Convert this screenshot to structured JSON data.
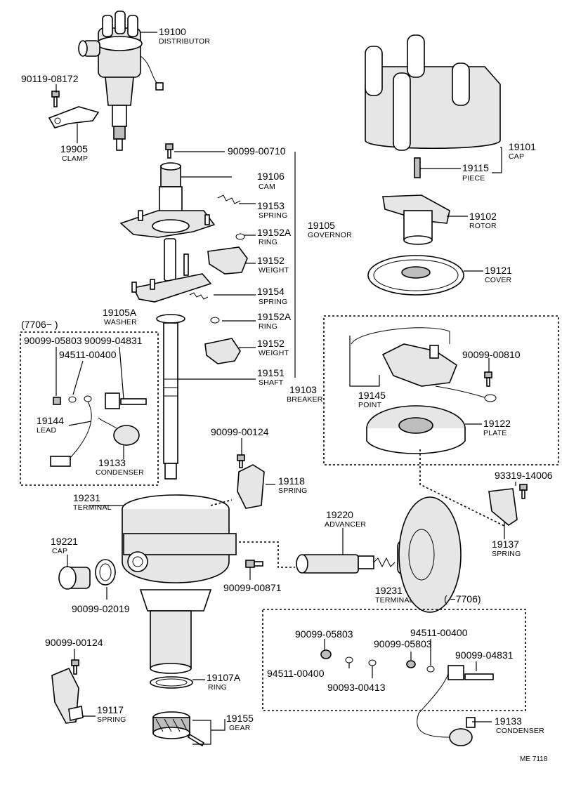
{
  "labels": {
    "distributor": {
      "num": "19100",
      "name": "DISTRIBUTOR"
    },
    "bolt_08172": {
      "num": "90119-08172"
    },
    "clamp": {
      "num": "19905",
      "name": "CLAMP"
    },
    "screw_00710": {
      "num": "90099-00710"
    },
    "cam": {
      "num": "19106",
      "name": "CAM"
    },
    "spring_19153": {
      "num": "19153",
      "name": "SPRING"
    },
    "ring_19152a_upper": {
      "num": "19152A",
      "name": "RING"
    },
    "governor": {
      "num": "19105",
      "name": "GOVERNOR"
    },
    "weight_upper": {
      "num": "19152",
      "name": "WEIGHT"
    },
    "spring_19154": {
      "num": "19154",
      "name": "SPRING"
    },
    "washer": {
      "num": "19105A",
      "name": "WASHER"
    },
    "ring_19152a_lower": {
      "num": "19152A",
      "name": "RING"
    },
    "weight_lower": {
      "num": "19152",
      "name": "WEIGHT"
    },
    "shaft": {
      "num": "19151",
      "name": "SHAFT"
    },
    "cap_19101": {
      "num": "19101",
      "name": "CAP"
    },
    "piece": {
      "num": "19115",
      "name": "PIECE"
    },
    "rotor": {
      "num": "19102",
      "name": "ROTOR"
    },
    "cover": {
      "num": "19121",
      "name": "COVER"
    },
    "breaker": {
      "num": "19103",
      "name": "BREAKER"
    },
    "screw_00810": {
      "num": "90099-00810"
    },
    "point": {
      "num": "19145",
      "name": "POINT"
    },
    "plate": {
      "num": "19122",
      "name": "PLATE"
    },
    "bolt_14006": {
      "num": "93319-14006"
    },
    "spring_19137": {
      "num": "19137",
      "name": "SPRING"
    },
    "box1_range": {
      "num": "(7706−   )"
    },
    "box1_nut_05803": {
      "num": "90099-05803"
    },
    "box1_screw_04831": {
      "num": "90099-04831"
    },
    "box1_washer_00400": {
      "num": "94511-00400"
    },
    "lead": {
      "num": "19144",
      "name": "LEAD"
    },
    "box1_condenser": {
      "num": "19133",
      "name": "CONDENSER"
    },
    "terminal_upper": {
      "num": "19231",
      "name": "TERMINAL"
    },
    "screw_00124_upper": {
      "num": "90099-00124"
    },
    "spring_19118": {
      "num": "19118",
      "name": "SPRING"
    },
    "advancer": {
      "num": "19220",
      "name": "ADVANCER"
    },
    "cap_19221": {
      "num": "19221",
      "name": "CAP"
    },
    "seal_02019": {
      "num": "90099-02019"
    },
    "screw_00871": {
      "num": "90099-00871"
    },
    "terminal_lower": {
      "num": "19231",
      "name": "TERMINAL"
    },
    "box2_range": {
      "num": "(      −7706)"
    },
    "box2_nut_05803_a": {
      "num": "90099-05803"
    },
    "box2_washer_00400_a": {
      "num": "94511-00400"
    },
    "box2_nut_05803_b": {
      "num": "90099-05803"
    },
    "box2_washer_00400_b": {
      "num": "94511-00400"
    },
    "box2_screw_04831": {
      "num": "90099-04831"
    },
    "box2_washer_00413": {
      "num": "90093-00413"
    },
    "box2_condenser": {
      "num": "19133",
      "name": "CONDENSER"
    },
    "screw_00124_lower": {
      "num": "90099-00124"
    },
    "spring_19117": {
      "num": "19117",
      "name": "SPRING"
    },
    "ring_19107a": {
      "num": "19107A",
      "name": "RING"
    },
    "gear": {
      "num": "19155",
      "name": "GEAR"
    }
  },
  "footer": {
    "code": "ME 7118"
  }
}
